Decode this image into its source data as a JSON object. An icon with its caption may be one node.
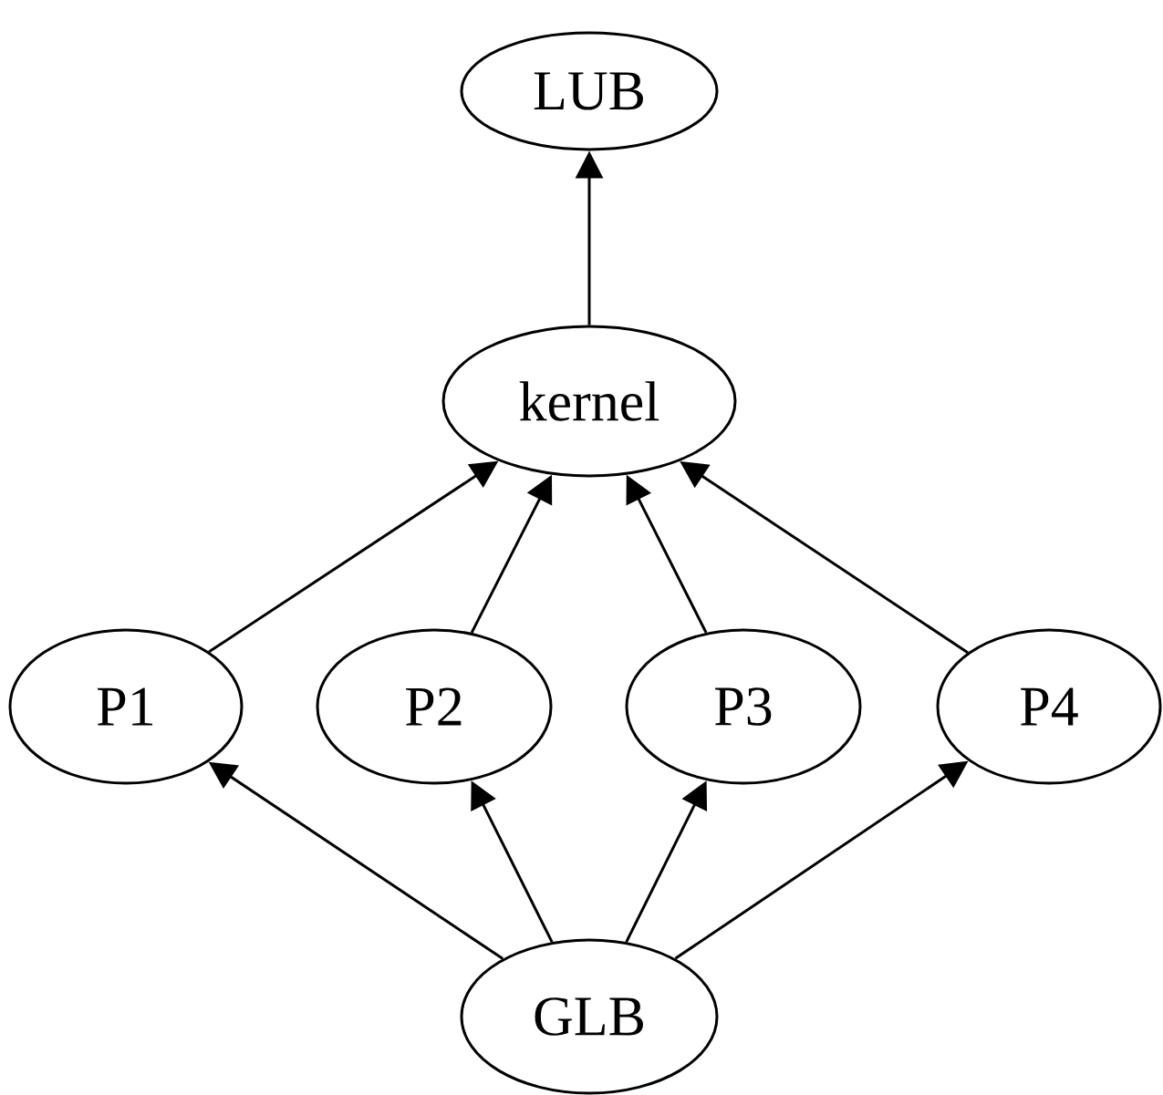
{
  "diagram": {
    "nodes": [
      {
        "text": [
          "LUB"
        ]
      },
      {
        "text": [
          "kernel"
        ]
      },
      {
        "text": [
          "P1"
        ]
      },
      {
        "text": [
          "P2"
        ]
      },
      {
        "text": [
          "P3"
        ]
      },
      {
        "text": [
          "P4"
        ]
      },
      {
        "text": [
          "GLB"
        ]
      }
    ],
    "edges": [
      {
        "from": 1,
        "to": 0,
        "arrow": "to"
      },
      {
        "from": 2,
        "to": 1,
        "arrow": "to"
      },
      {
        "from": 3,
        "to": 1,
        "arrow": "to"
      },
      {
        "from": 4,
        "to": 1,
        "arrow": "to"
      },
      {
        "from": 5,
        "to": 1,
        "arrow": "to"
      },
      {
        "from": 6,
        "to": 2,
        "arrow": "to"
      },
      {
        "from": 6,
        "to": 3,
        "arrow": "to"
      },
      {
        "from": 6,
        "to": 4,
        "arrow": "to"
      },
      {
        "from": 6,
        "to": 5,
        "arrow": "to"
      }
    ]
  }
}
